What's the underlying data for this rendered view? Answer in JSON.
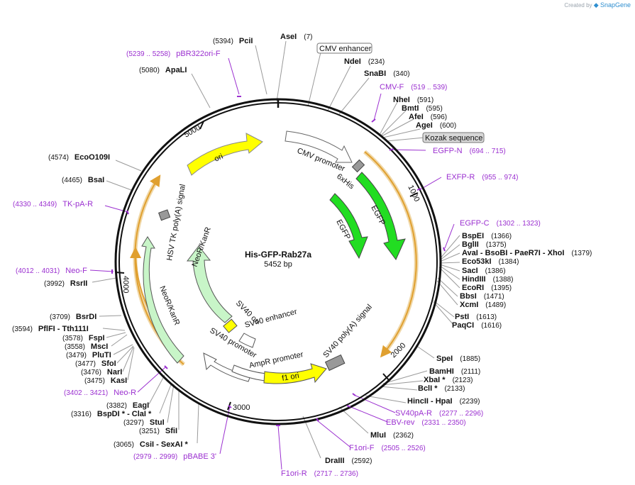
{
  "app": {
    "credit_prefix": "Created by",
    "credit_brand": "SnapGene"
  },
  "plasmid": {
    "name": "His-GFP-Rab27a",
    "length_label": "5452 bp",
    "length": 5452
  },
  "colors": {
    "backbone": "#111111",
    "enzyme_line": "#9a9a9a",
    "primer": "#9b30d0",
    "gfp": "#22dd22",
    "ori": "#ffff00",
    "orange_feature": "#e0a030",
    "neo": "#c8f5c8",
    "promoter": "#ffffff",
    "his": "#999999"
  },
  "center_labels": {
    "name": "His-GFP-Rab27a",
    "size": "5452 bp"
  },
  "ticks": [
    {
      "label": "1000",
      "bp": 1000
    },
    {
      "label": "2000",
      "bp": 2000
    },
    {
      "label": "3000",
      "bp": 3000
    },
    {
      "label": "4000",
      "bp": 4000
    },
    {
      "label": "5000",
      "bp": 5000
    }
  ],
  "enzymes": [
    {
      "name": "AseI",
      "pos": "(7)",
      "bp": 7
    },
    {
      "name": "PciI",
      "pos": "(5394)",
      "bp": 5394
    },
    {
      "name": "ApaLI",
      "pos": "(5080)",
      "bp": 5080
    },
    {
      "name": "NdeI",
      "pos": "(234)",
      "bp": 234
    },
    {
      "name": "SnaBI",
      "pos": "(340)",
      "bp": 340
    },
    {
      "name": "NheI",
      "pos": "(591)",
      "bp": 591
    },
    {
      "name": "BmtI",
      "pos": "(595)",
      "bp": 595
    },
    {
      "name": "AfeI",
      "pos": "(596)",
      "bp": 596
    },
    {
      "name": "AgeI",
      "pos": "(600)",
      "bp": 600
    },
    {
      "name": "EcoO109I",
      "pos": "(4574)",
      "bp": 4574
    },
    {
      "name": "BsaI",
      "pos": "(4465)",
      "bp": 4465
    },
    {
      "name": "BspEI",
      "pos": "(1366)",
      "bp": 1366
    },
    {
      "name": "BglII",
      "pos": "(1375)",
      "bp": 1375
    },
    {
      "name": "AvaI - BsoBI - PaeR7I - XhoI",
      "pos": "(1379)",
      "bp": 1379
    },
    {
      "name": "Eco53kI",
      "pos": "(1384)",
      "bp": 1384
    },
    {
      "name": "SacI",
      "pos": "(1386)",
      "bp": 1386
    },
    {
      "name": "HindIII",
      "pos": "(1388)",
      "bp": 1388
    },
    {
      "name": "EcoRI",
      "pos": "(1395)",
      "bp": 1395
    },
    {
      "name": "BbsI",
      "pos": "(1471)",
      "bp": 1471
    },
    {
      "name": "XcmI",
      "pos": "(1489)",
      "bp": 1489
    },
    {
      "name": "PstI",
      "pos": "(1613)",
      "bp": 1613
    },
    {
      "name": "PaqCI",
      "pos": "(1616)",
      "bp": 1616
    },
    {
      "name": "RsrII",
      "pos": "(3992)",
      "bp": 3992
    },
    {
      "name": "BsrDI",
      "pos": "(3709)",
      "bp": 3709
    },
    {
      "name": "PflFI - Tth111I",
      "pos": "(3594)",
      "bp": 3594
    },
    {
      "name": "FspI",
      "pos": "(3578)",
      "bp": 3578
    },
    {
      "name": "MscI",
      "pos": "(3558)",
      "bp": 3558
    },
    {
      "name": "PluTI",
      "pos": "(3479)",
      "bp": 3479
    },
    {
      "name": "SfoI",
      "pos": "(3477)",
      "bp": 3477
    },
    {
      "name": "NarI",
      "pos": "(3476)",
      "bp": 3476
    },
    {
      "name": "KasI",
      "pos": "(3475)",
      "bp": 3475
    },
    {
      "name": "SpeI",
      "pos": "(1885)",
      "bp": 1885
    },
    {
      "name": "BamHI",
      "pos": "(2111)",
      "bp": 2111
    },
    {
      "name": "XbaI *",
      "pos": "(2123)",
      "bp": 2123
    },
    {
      "name": "BclI *",
      "pos": "(2133)",
      "bp": 2133
    },
    {
      "name": "HincII - HpaI",
      "pos": "(2239)",
      "bp": 2239
    },
    {
      "name": "EagI",
      "pos": "(3382)",
      "bp": 3382
    },
    {
      "name": "BspDI * - ClaI *",
      "pos": "(3316)",
      "bp": 3316
    },
    {
      "name": "StuI",
      "pos": "(3297)",
      "bp": 3297
    },
    {
      "name": "SfiI",
      "pos": "(3251)",
      "bp": 3251
    },
    {
      "name": "CsiI - SexAI *",
      "pos": "(3065)",
      "bp": 3065
    },
    {
      "name": "MluI",
      "pos": "(2362)",
      "bp": 2362
    },
    {
      "name": "DraIII",
      "pos": "(2592)",
      "bp": 2592
    }
  ],
  "primers": [
    {
      "name": "pBR322ori-F",
      "range": "(5239 .. 5258)",
      "bp": 5248
    },
    {
      "name": "CMV-F",
      "range": "(519 .. 539)",
      "bp": 529
    },
    {
      "name": "EGFP-N",
      "range": "(694 .. 715)",
      "bp": 704
    },
    {
      "name": "EXFP-R",
      "range": "(955 .. 974)",
      "bp": 964
    },
    {
      "name": "EGFP-C",
      "range": "(1302 .. 1323)",
      "bp": 1312
    },
    {
      "name": "TK-pA-R",
      "range": "(4330 .. 4349)",
      "bp": 4340
    },
    {
      "name": "Neo-F",
      "range": "(4012 .. 4031)",
      "bp": 4021
    },
    {
      "name": "Neo-R",
      "range": "(3402 .. 3421)",
      "bp": 3411
    },
    {
      "name": "SV40pA-R",
      "range": "(2277 .. 2296)",
      "bp": 2286
    },
    {
      "name": "EBV-rev",
      "range": "(2331 .. 2350)",
      "bp": 2340
    },
    {
      "name": "F1ori-F",
      "range": "(2505 .. 2526)",
      "bp": 2515
    },
    {
      "name": "F1ori-R",
      "range": "(2717 .. 2736)",
      "bp": 2726
    },
    {
      "name": "pBABE 3'",
      "range": "(2979 .. 2999)",
      "bp": 2989
    }
  ],
  "boxed_features": [
    {
      "name": "CMV enhancer"
    },
    {
      "name": "Kozak sequence"
    }
  ],
  "features": [
    {
      "name": "CMV promoter"
    },
    {
      "name": "6xHis"
    },
    {
      "name": "EGFP"
    },
    {
      "name": "EGFP"
    },
    {
      "name": "ori"
    },
    {
      "name": "HSV TK poly(A) signal"
    },
    {
      "name": "NeoR/KanR"
    },
    {
      "name": "NeoR/KanR"
    },
    {
      "name": "SV40 ori"
    },
    {
      "name": "SV40 enhancer"
    },
    {
      "name": "SV40 promoter"
    },
    {
      "name": "AmpR promoter"
    },
    {
      "name": "f1 ori"
    },
    {
      "name": "SV40 poly(A) signal"
    }
  ]
}
